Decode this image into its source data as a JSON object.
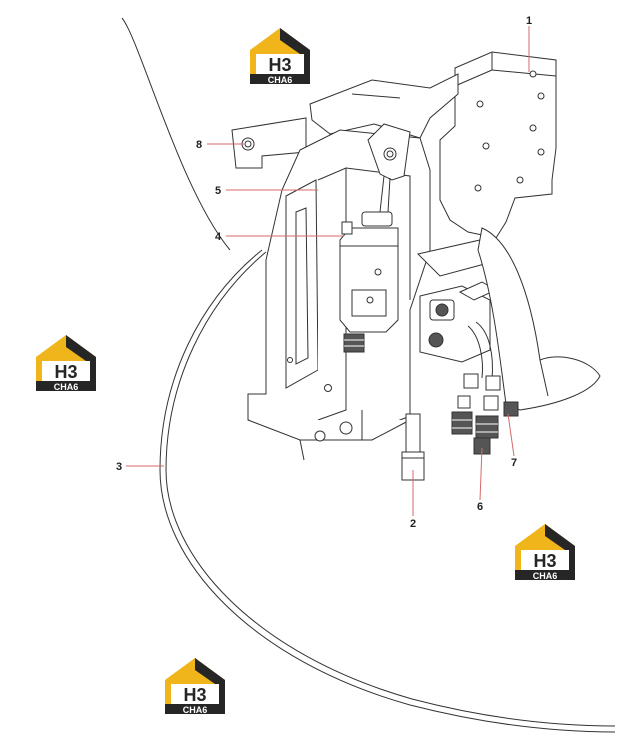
{
  "diagram": {
    "callouts": [
      {
        "id": "1",
        "label": "1"
      },
      {
        "id": "2",
        "label": "2"
      },
      {
        "id": "3",
        "label": "3"
      },
      {
        "id": "4",
        "label": "4"
      },
      {
        "id": "5",
        "label": "5"
      },
      {
        "id": "6",
        "label": "6"
      },
      {
        "id": "7",
        "label": "7"
      },
      {
        "id": "8",
        "label": "8"
      }
    ]
  },
  "watermark": {
    "main": "H3",
    "sub": "CHA6"
  },
  "colors": {
    "line": "#333333",
    "leader": "#d46a6a",
    "logo_yellow": "#f0b51b",
    "logo_dark": "#262626"
  }
}
